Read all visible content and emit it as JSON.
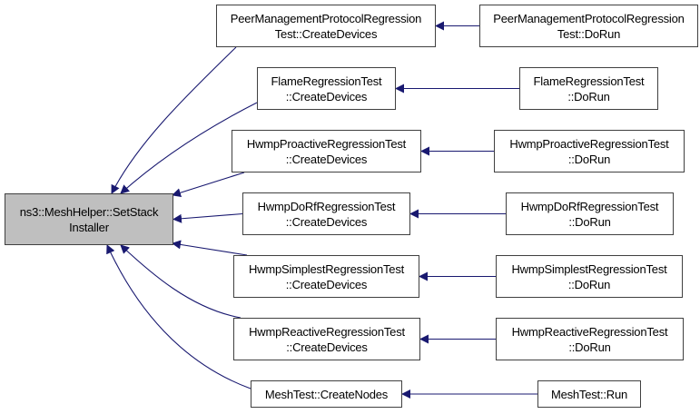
{
  "diagram": {
    "type": "caller-graph",
    "edge_color": "#191970",
    "root_fill": "#bfbfbf",
    "root": {
      "id": "root",
      "lines": [
        "ns3::MeshHelper::SetStack",
        "Installer"
      ]
    },
    "callers": [
      {
        "id": "pmp",
        "create": {
          "lines": [
            "PeerManagementProtocolRegression",
            "Test::CreateDevices"
          ]
        },
        "run": {
          "lines": [
            "PeerManagementProtocolRegression",
            "Test::DoRun"
          ]
        }
      },
      {
        "id": "flame",
        "create": {
          "lines": [
            "FlameRegressionTest",
            "::CreateDevices"
          ]
        },
        "run": {
          "lines": [
            "FlameRegressionTest",
            "::DoRun"
          ]
        }
      },
      {
        "id": "proactive",
        "create": {
          "lines": [
            "HwmpProactiveRegressionTest",
            "::CreateDevices"
          ]
        },
        "run": {
          "lines": [
            "HwmpProactiveRegressionTest",
            "::DoRun"
          ]
        }
      },
      {
        "id": "dorf",
        "create": {
          "lines": [
            "HwmpDoRfRegressionTest",
            "::CreateDevices"
          ]
        },
        "run": {
          "lines": [
            "HwmpDoRfRegressionTest",
            "::DoRun"
          ]
        }
      },
      {
        "id": "simplest",
        "create": {
          "lines": [
            "HwmpSimplestRegressionTest",
            "::CreateDevices"
          ]
        },
        "run": {
          "lines": [
            "HwmpSimplestRegressionTest",
            "::DoRun"
          ]
        }
      },
      {
        "id": "reactive",
        "create": {
          "lines": [
            "HwmpReactiveRegressionTest",
            "::CreateDevices"
          ]
        },
        "run": {
          "lines": [
            "HwmpReactiveRegressionTest",
            "::DoRun"
          ]
        }
      },
      {
        "id": "meshtest",
        "create": {
          "lines": [
            "MeshTest::CreateNodes"
          ]
        },
        "run": {
          "lines": [
            "MeshTest::Run"
          ]
        }
      }
    ],
    "edges": [
      {
        "from": "pmp.run",
        "to": "pmp.create"
      },
      {
        "from": "flame.run",
        "to": "flame.create"
      },
      {
        "from": "proactive.run",
        "to": "proactive.create"
      },
      {
        "from": "dorf.run",
        "to": "dorf.create"
      },
      {
        "from": "simplest.run",
        "to": "simplest.create"
      },
      {
        "from": "reactive.run",
        "to": "reactive.create"
      },
      {
        "from": "meshtest.run",
        "to": "meshtest.create"
      },
      {
        "from": "pmp.create",
        "to": "root"
      },
      {
        "from": "flame.create",
        "to": "root"
      },
      {
        "from": "proactive.create",
        "to": "root"
      },
      {
        "from": "dorf.create",
        "to": "root"
      },
      {
        "from": "simplest.create",
        "to": "root"
      },
      {
        "from": "reactive.create",
        "to": "root"
      },
      {
        "from": "meshtest.create",
        "to": "root"
      }
    ]
  }
}
